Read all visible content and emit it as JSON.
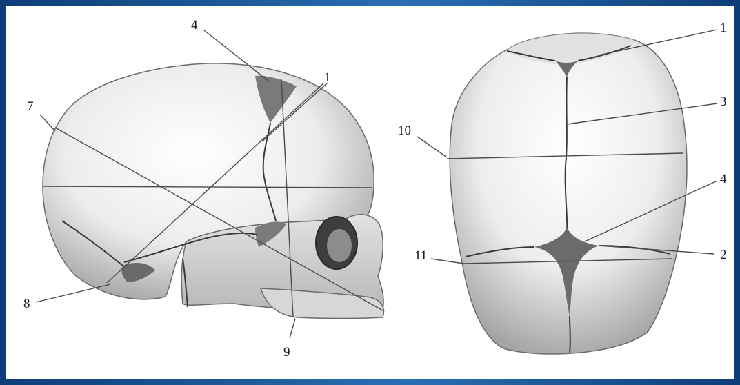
{
  "diagram": {
    "lateral_view": {
      "labels": [
        "4",
        "1",
        "7",
        "8",
        "9"
      ]
    },
    "superior_view": {
      "labels": [
        "1",
        "3",
        "10",
        "4",
        "11",
        "2"
      ]
    }
  },
  "colors": {
    "frame": "#1a4f8a",
    "fontanelle": "#6e6e6e",
    "bone_light": "#f4f4f4",
    "bone_shadow": "#bdbdbd"
  }
}
